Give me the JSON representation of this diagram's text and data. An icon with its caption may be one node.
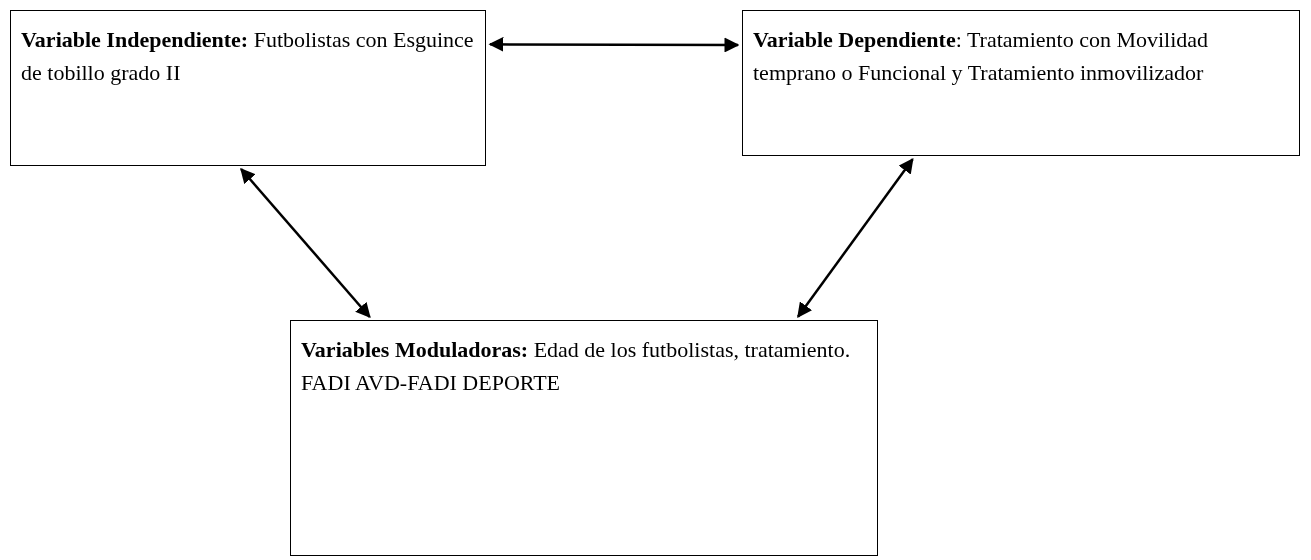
{
  "diagram": {
    "nodes": [
      {
        "text": [
          "**Variable Independiente:** Futbolistas con Esguince de tobillo grado II"
        ]
      },
      {
        "text": [
          "**Variable Dependiente**: Tratamiento con Movilidad temprano o Funcional y Tratamiento inmovilizador"
        ]
      },
      {
        "text": [
          "**Variables Moduladoras:** Edad de los futbolistas, tratamiento. FADI AVD-FADI DEPORTE"
        ]
      }
    ],
    "edges": [
      {
        "from": 0,
        "to": 1,
        "arrow": "both"
      },
      {
        "from": 0,
        "to": 2,
        "arrow": "both"
      },
      {
        "from": 1,
        "to": 2,
        "arrow": "both"
      }
    ]
  }
}
